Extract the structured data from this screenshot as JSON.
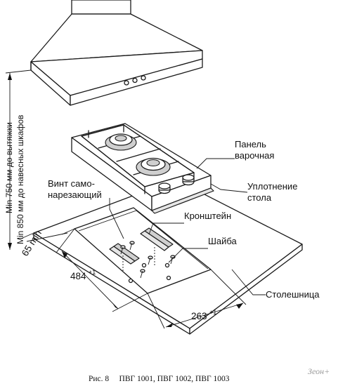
{
  "labels": {
    "panel_line1": "Панель",
    "panel_line2": "варочная",
    "seal_line1": "Уплотнение",
    "seal_line2": "стола",
    "screw_line1": "Винт само-",
    "screw_line2": "нарезающий",
    "bracket": "Кронштейн",
    "washer": "Шайба",
    "countertop": "Столешница"
  },
  "dimensions": {
    "vertical_line1": "Min 750 мм до вытяжки",
    "vertical_line2": "Min 850 мм до навесных шкафов",
    "edge_gap": "65 min",
    "depth_value": "484",
    "depth_tolerance": "+1",
    "width_value": "263",
    "width_tolerance": "+1"
  },
  "caption": "Рис. 8     ПВГ 1001, ПВГ 1002, ПВГ 1003",
  "watermark": "Зеон+"
}
